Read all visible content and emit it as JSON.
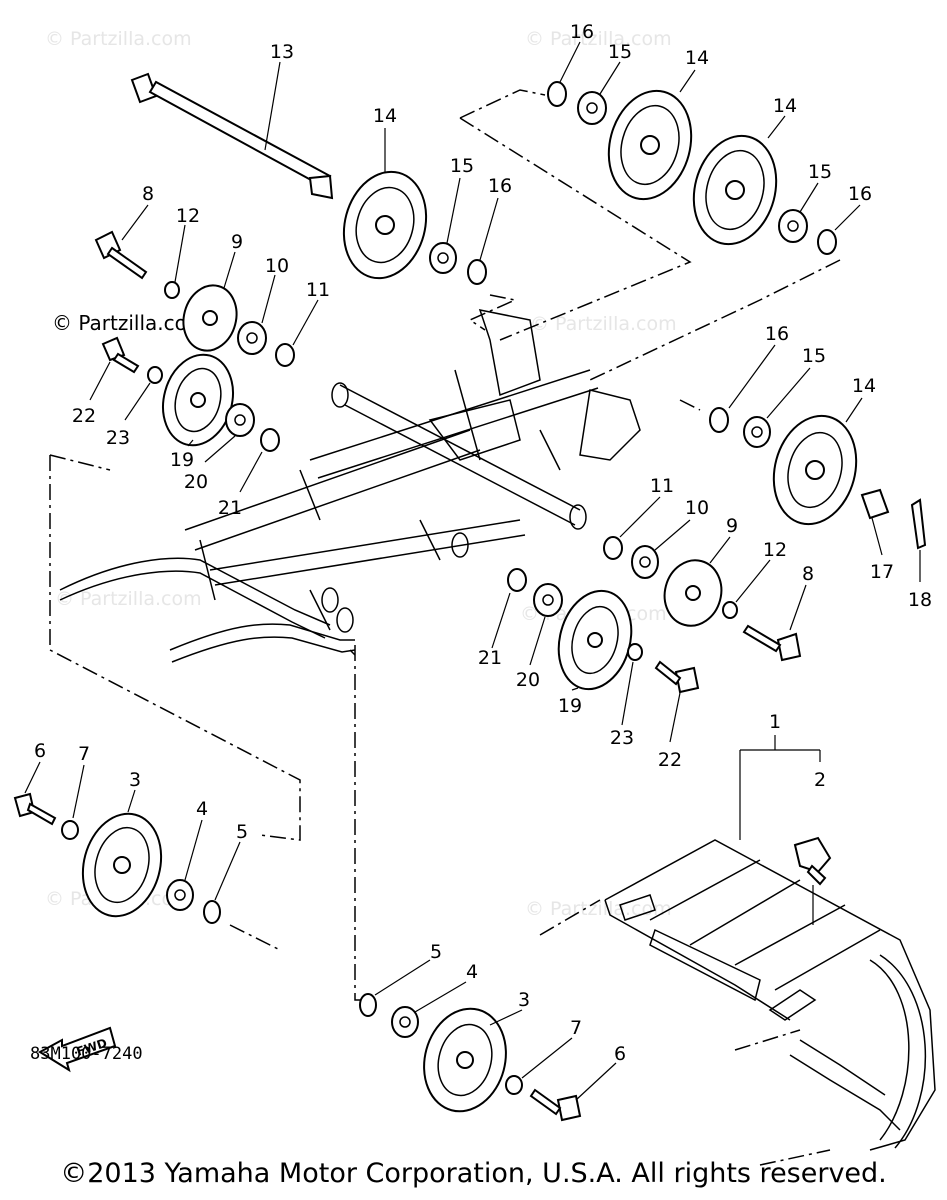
{
  "watermark": {
    "text": "© Partzilla.com"
  },
  "part_code": "83M100-7240",
  "arrow_label": "FWD",
  "copyright": "©2013 Yamaha Motor Corporation, U.S.A. All rights reserved.",
  "callouts": [
    "13",
    "14",
    "15",
    "16",
    "16",
    "15",
    "14",
    "14",
    "15",
    "16",
    "8",
    "12",
    "9",
    "10",
    "11",
    "22",
    "23",
    "19",
    "20",
    "21",
    "16",
    "15",
    "14",
    "17",
    "18",
    "11",
    "10",
    "9",
    "12",
    "8",
    "21",
    "20",
    "19",
    "23",
    "22",
    "1",
    "2",
    "6",
    "7",
    "3",
    "4",
    "5",
    "5",
    "4",
    "3",
    "7",
    "6"
  ]
}
